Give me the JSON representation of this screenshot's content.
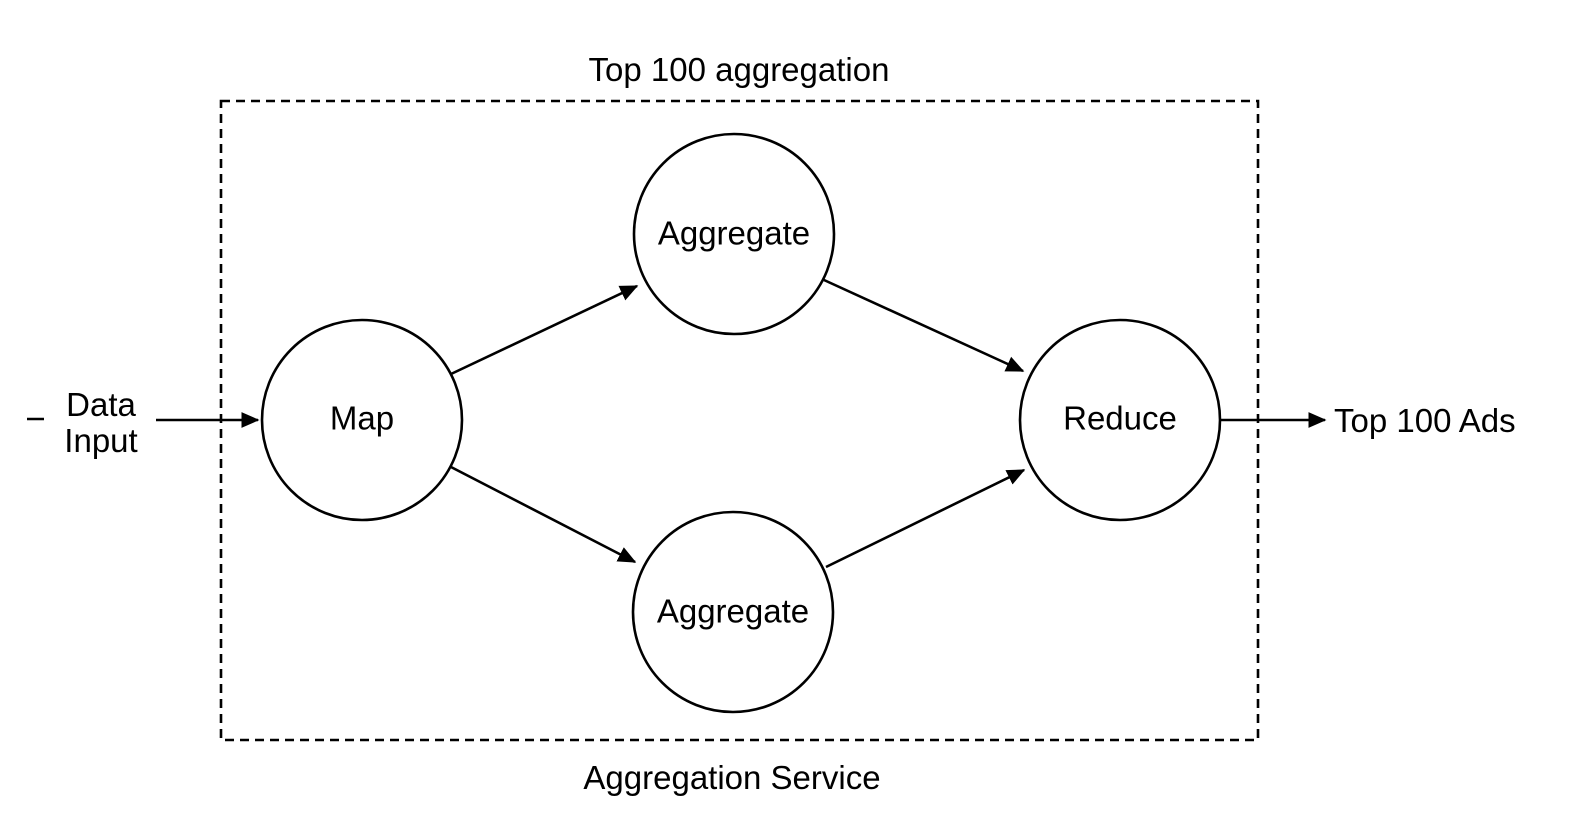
{
  "diagram": {
    "title": "Top 100 aggregation",
    "footer": "Aggregation Service",
    "nodes": {
      "map": "Map",
      "aggregate_top": "Aggregate",
      "aggregate_bottom": "Aggregate",
      "reduce": "Reduce"
    },
    "io": {
      "input_line1": "Data",
      "input_line2": "Input",
      "output": "Top 100 Ads"
    },
    "colors": {
      "stroke": "#000000",
      "fill": "#ffffff",
      "background": "#ffffff"
    }
  }
}
